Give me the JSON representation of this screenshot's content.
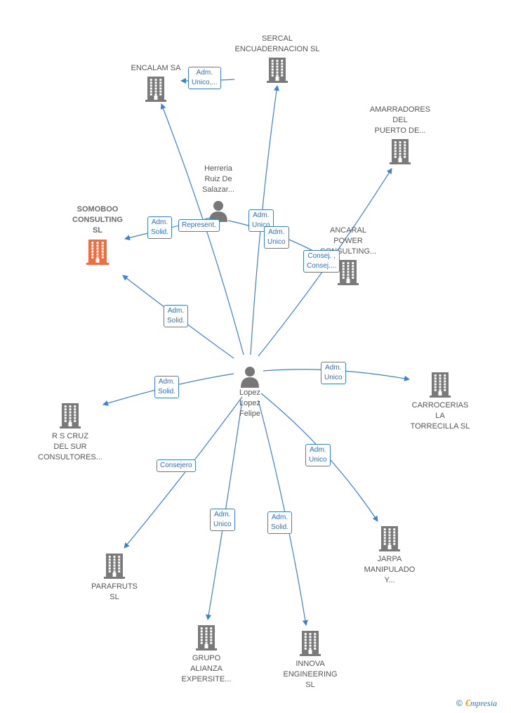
{
  "colors": {
    "edge": "#3f7fd0",
    "building": "#7a7a7a",
    "highlight": "#f26c3d",
    "person": "#777777"
  },
  "center": {
    "label_lines": [
      "Lopez",
      "Lopez",
      "Felipe"
    ]
  },
  "person2": {
    "label_lines": [
      "Herreria",
      "Ruiz De",
      "Salazar..."
    ]
  },
  "companies": [
    {
      "id": "sercal",
      "lines": [
        "SERCAL",
        "ENCUADERNACION SL"
      ]
    },
    {
      "id": "encalam",
      "lines": [
        "ENCALAM SA"
      ]
    },
    {
      "id": "amarradores",
      "lines": [
        "AMARRADORES",
        "DEL",
        "PUERTO DE..."
      ]
    },
    {
      "id": "somoboo",
      "lines": [
        "SOMOBOO",
        "CONSULTING",
        "SL"
      ],
      "highlight": true
    },
    {
      "id": "ancaral",
      "lines": [
        "ANCARAL",
        "POWER",
        "CONSULTING..."
      ]
    },
    {
      "id": "carrocerias",
      "lines": [
        "CARROCERIAS",
        "LA",
        "TORRECILLA SL"
      ]
    },
    {
      "id": "rscruz",
      "lines": [
        "R S CRUZ",
        "DEL SUR",
        "CONSULTORES..."
      ]
    },
    {
      "id": "jarpa",
      "lines": [
        "JARPA",
        "MANIPULADO",
        "Y..."
      ]
    },
    {
      "id": "parafruts",
      "lines": [
        "PARAFRUTS",
        "SL"
      ]
    },
    {
      "id": "grupo",
      "lines": [
        "GRUPO",
        "ALIANZA",
        "EXPERSITE..."
      ]
    },
    {
      "id": "innova",
      "lines": [
        "INNOVA",
        "ENGINEERING",
        "SL"
      ]
    }
  ],
  "edge_labels": [
    {
      "id": "lbl-encalam",
      "lines": [
        "Adm.",
        "Unico,..."
      ]
    },
    {
      "id": "lbl-sercal",
      "lines": [
        "Adm.",
        "Unico"
      ]
    },
    {
      "id": "lbl-sercal2",
      "lines": [
        "Adm.",
        "Unico"
      ]
    },
    {
      "id": "lbl-somoboo-herreria",
      "lines": [
        "Adm.",
        "Solid."
      ]
    },
    {
      "id": "lbl-represent",
      "lines": [
        "Represent."
      ]
    },
    {
      "id": "lbl-ancaral",
      "lines": [
        "Consej. ,",
        "Consej...."
      ]
    },
    {
      "id": "lbl-somoboo",
      "lines": [
        "Adm.",
        "Solid."
      ]
    },
    {
      "id": "lbl-carrocerias",
      "lines": [
        "Adm.",
        "Unico"
      ]
    },
    {
      "id": "lbl-rscruz",
      "lines": [
        "Adm.",
        "Solid."
      ]
    },
    {
      "id": "lbl-jarpa",
      "lines": [
        "Adm.",
        "Unico"
      ]
    },
    {
      "id": "lbl-parafruts",
      "lines": [
        "Consejero"
      ]
    },
    {
      "id": "lbl-grupo",
      "lines": [
        "Adm.",
        "Unico"
      ]
    },
    {
      "id": "lbl-innova",
      "lines": [
        "Adm.",
        "Solid."
      ]
    }
  ],
  "brand": {
    "copyright": "©",
    "e": "€",
    "rest": "mpresia"
  }
}
